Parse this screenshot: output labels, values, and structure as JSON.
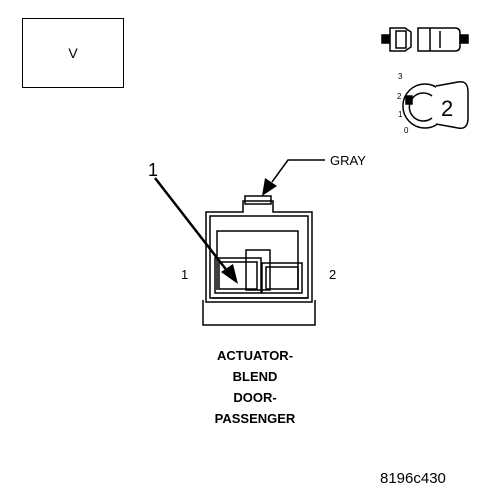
{
  "view_label": "V",
  "callout_number": "1",
  "color_label": "GRAY",
  "pin_labels": {
    "left": "1",
    "right": "2"
  },
  "title_lines": [
    "ACTUATOR-",
    "BLEND",
    "DOOR-",
    "PASSENGER"
  ],
  "figure_id": "8196c430",
  "key_icon": {
    "positions": [
      "3",
      "2",
      "1",
      "0"
    ],
    "value": "2"
  }
}
